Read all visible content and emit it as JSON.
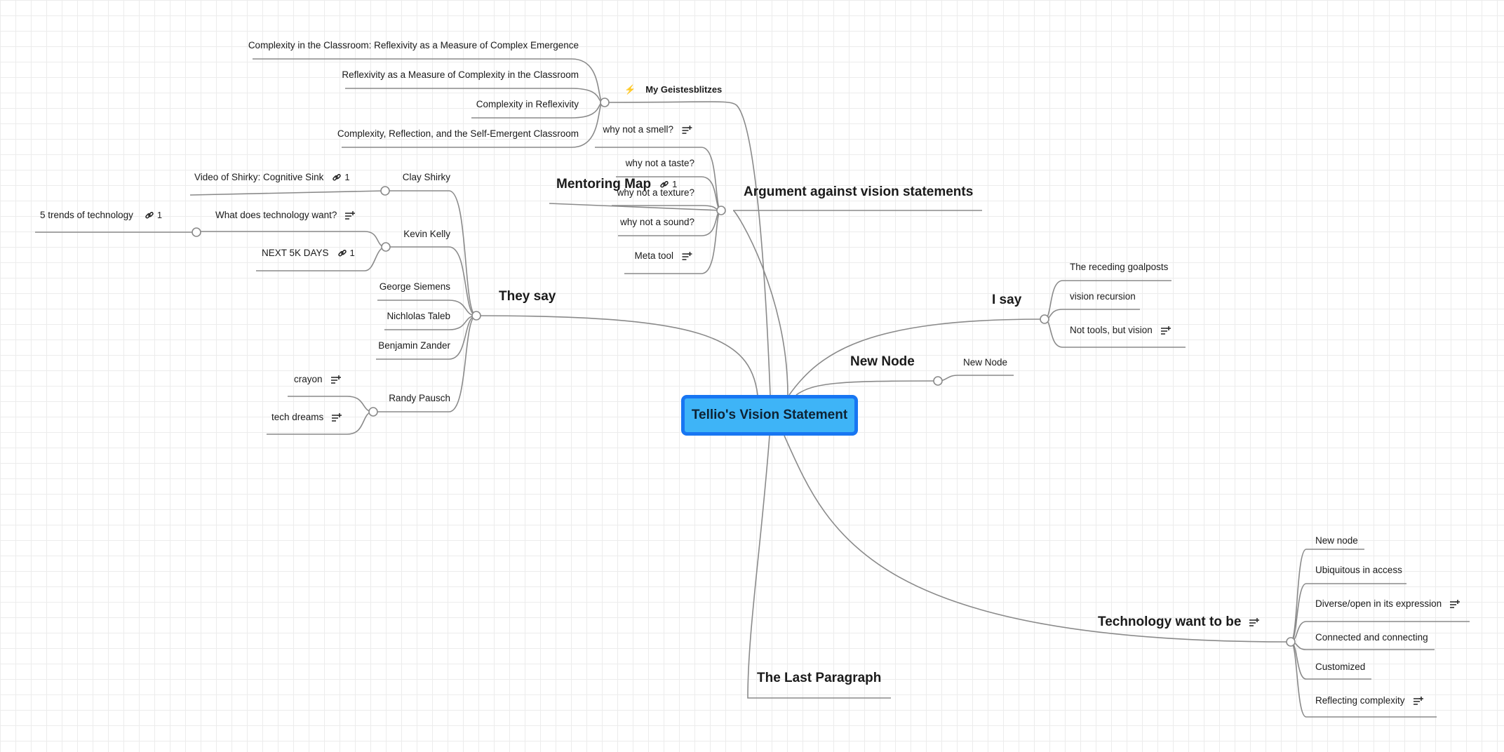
{
  "root": "Tellio's Vision Statement",
  "branches": {
    "argument": {
      "label": "Argument against vision statements",
      "geistesblitzes": {
        "label": "My Geistesblitzes",
        "icon": "lightning-icon",
        "children": [
          "Complexity in the Classroom:  Reflexivity as a Measure of Complex Emergence",
          "Reflexivity as a Measure of Complexity in the Classroom",
          "Complexity in Reflexivity",
          "Complexity, Reflection, and the Self-Emergent Classroom"
        ]
      },
      "mentoring": {
        "label": "Mentoring Map",
        "link_count": "1",
        "children": [
          "why not a smell?",
          "why not a taste?",
          "why not a texture?",
          "why not a sound?",
          "Meta tool"
        ]
      }
    },
    "they_say": {
      "label": "They say",
      "people": {
        "clay": {
          "label": "Clay Shirky",
          "video": "Video of Shirky:  Cognitive Sink",
          "video_links": "1"
        },
        "kevin": {
          "label": "Kevin Kelly",
          "want": "What does technology want?",
          "trends": "5 trends of technology",
          "trends_links": "1",
          "next": "NEXT 5K DAYS",
          "next_links": "1"
        },
        "george": "George Siemens",
        "nichlolas": "Nichlolas Taleb",
        "benjamin": "Benjamin Zander",
        "randy": {
          "label": "Randy Pausch",
          "crayon": "crayon",
          "dreams": "tech dreams"
        }
      }
    },
    "i_say": {
      "label": "I say",
      "children": [
        "The receding goalposts",
        "vision recursion",
        "Not tools, but vision"
      ]
    },
    "new_node": {
      "label": "New Node",
      "child": "New Node"
    },
    "tech_want": {
      "label": "Technology want to be",
      "children": [
        "New node",
        "Ubiquitous in access",
        "Diverse/open in its expression",
        "Connected and connecting",
        "Customized",
        "Reflecting complexity"
      ]
    },
    "last": {
      "label": "The Last Paragraph"
    }
  },
  "colors": {
    "line": "#8a8a8a",
    "root_fill": "#3eb4f7",
    "root_border": "#1876f2",
    "bolt": "#f4b400"
  },
  "icons": {
    "note": "note-icon",
    "link": "link-icon",
    "bolt": "lightning-icon"
  }
}
